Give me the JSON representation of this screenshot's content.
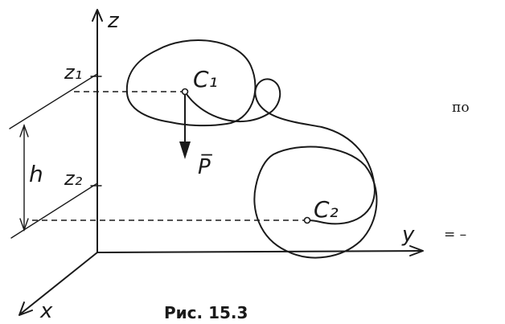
{
  "labels": {
    "axis_z": "z",
    "axis_y": "y",
    "axis_x": "x",
    "z1": "z₁",
    "z2": "z₂",
    "h": "h",
    "c1": "C₁",
    "c2": "C₂",
    "weight": "P̅"
  },
  "caption": "Рис. 15.3",
  "side_text": {
    "word": "по",
    "equation": "=   –"
  },
  "colors": {
    "ink": "#1a1a1a",
    "background": "#ffffff"
  }
}
